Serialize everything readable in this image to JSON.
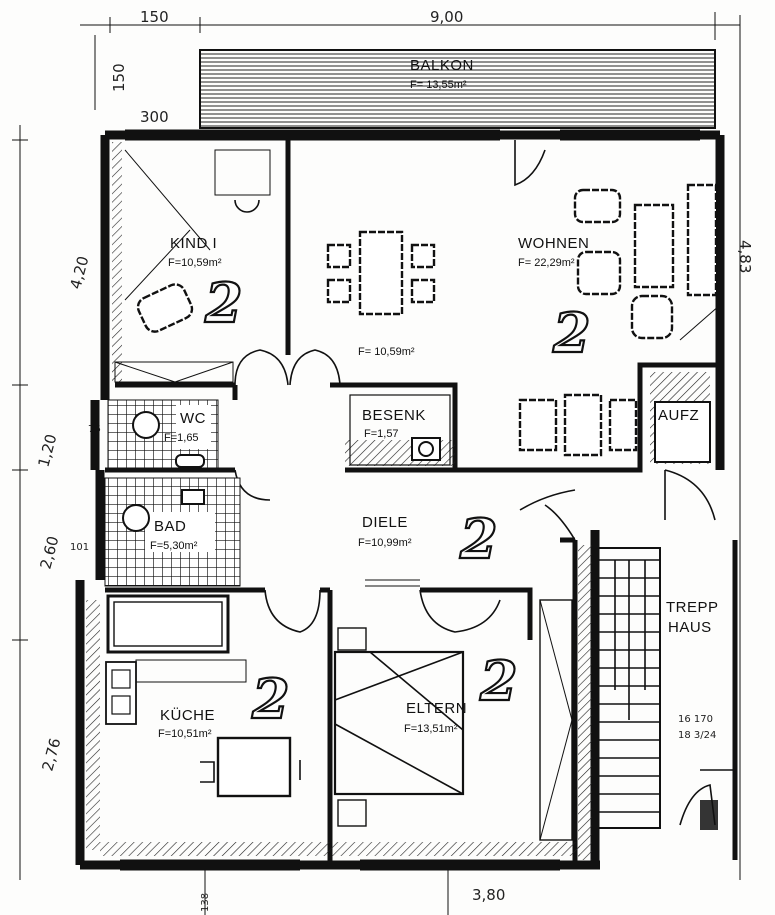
{
  "plan": {
    "dimensions": {
      "top_left": "150",
      "top_main": "9,00",
      "left_top": "150",
      "left_a": "4,20",
      "left_b": "1,20",
      "left_c": "2,60",
      "left_d": "2,76",
      "right_a": "4,83",
      "bottom": "3,80",
      "balcony_300": "300",
      "wc_small": "76",
      "bad_small": "101",
      "wall_small": "138",
      "stair_a": "16 170",
      "stair_b": "18 3/24"
    },
    "rooms": {
      "balkon": {
        "name": "BALKON",
        "area": "F= 13,55m²"
      },
      "kind": {
        "name": "KIND I",
        "area": "F=10,59m²"
      },
      "flur": {
        "area": "F= 10,59m²"
      },
      "wohnen": {
        "name": "WOHNEN",
        "area": "F= 22,29m²"
      },
      "wc": {
        "name": "WC",
        "area": "F=1,65"
      },
      "besenk": {
        "name": "BESENK",
        "area": "F=1,57"
      },
      "aufz": {
        "name": "AUFZ"
      },
      "bad": {
        "name": "BAD",
        "area": "F=5,30m²"
      },
      "diele": {
        "name": "DIELE",
        "area": "F=10,99m²"
      },
      "treppenhaus": {
        "name_1": "TREPP",
        "name_2": "HAUS"
      },
      "kueche": {
        "name": "KÜCHE",
        "area": "F=10,51m²"
      },
      "eltern": {
        "name": "ELTERN",
        "area": "F=13,51m²"
      }
    },
    "room_count_marks": [
      "2",
      "2",
      "2",
      "2",
      "2"
    ]
  }
}
